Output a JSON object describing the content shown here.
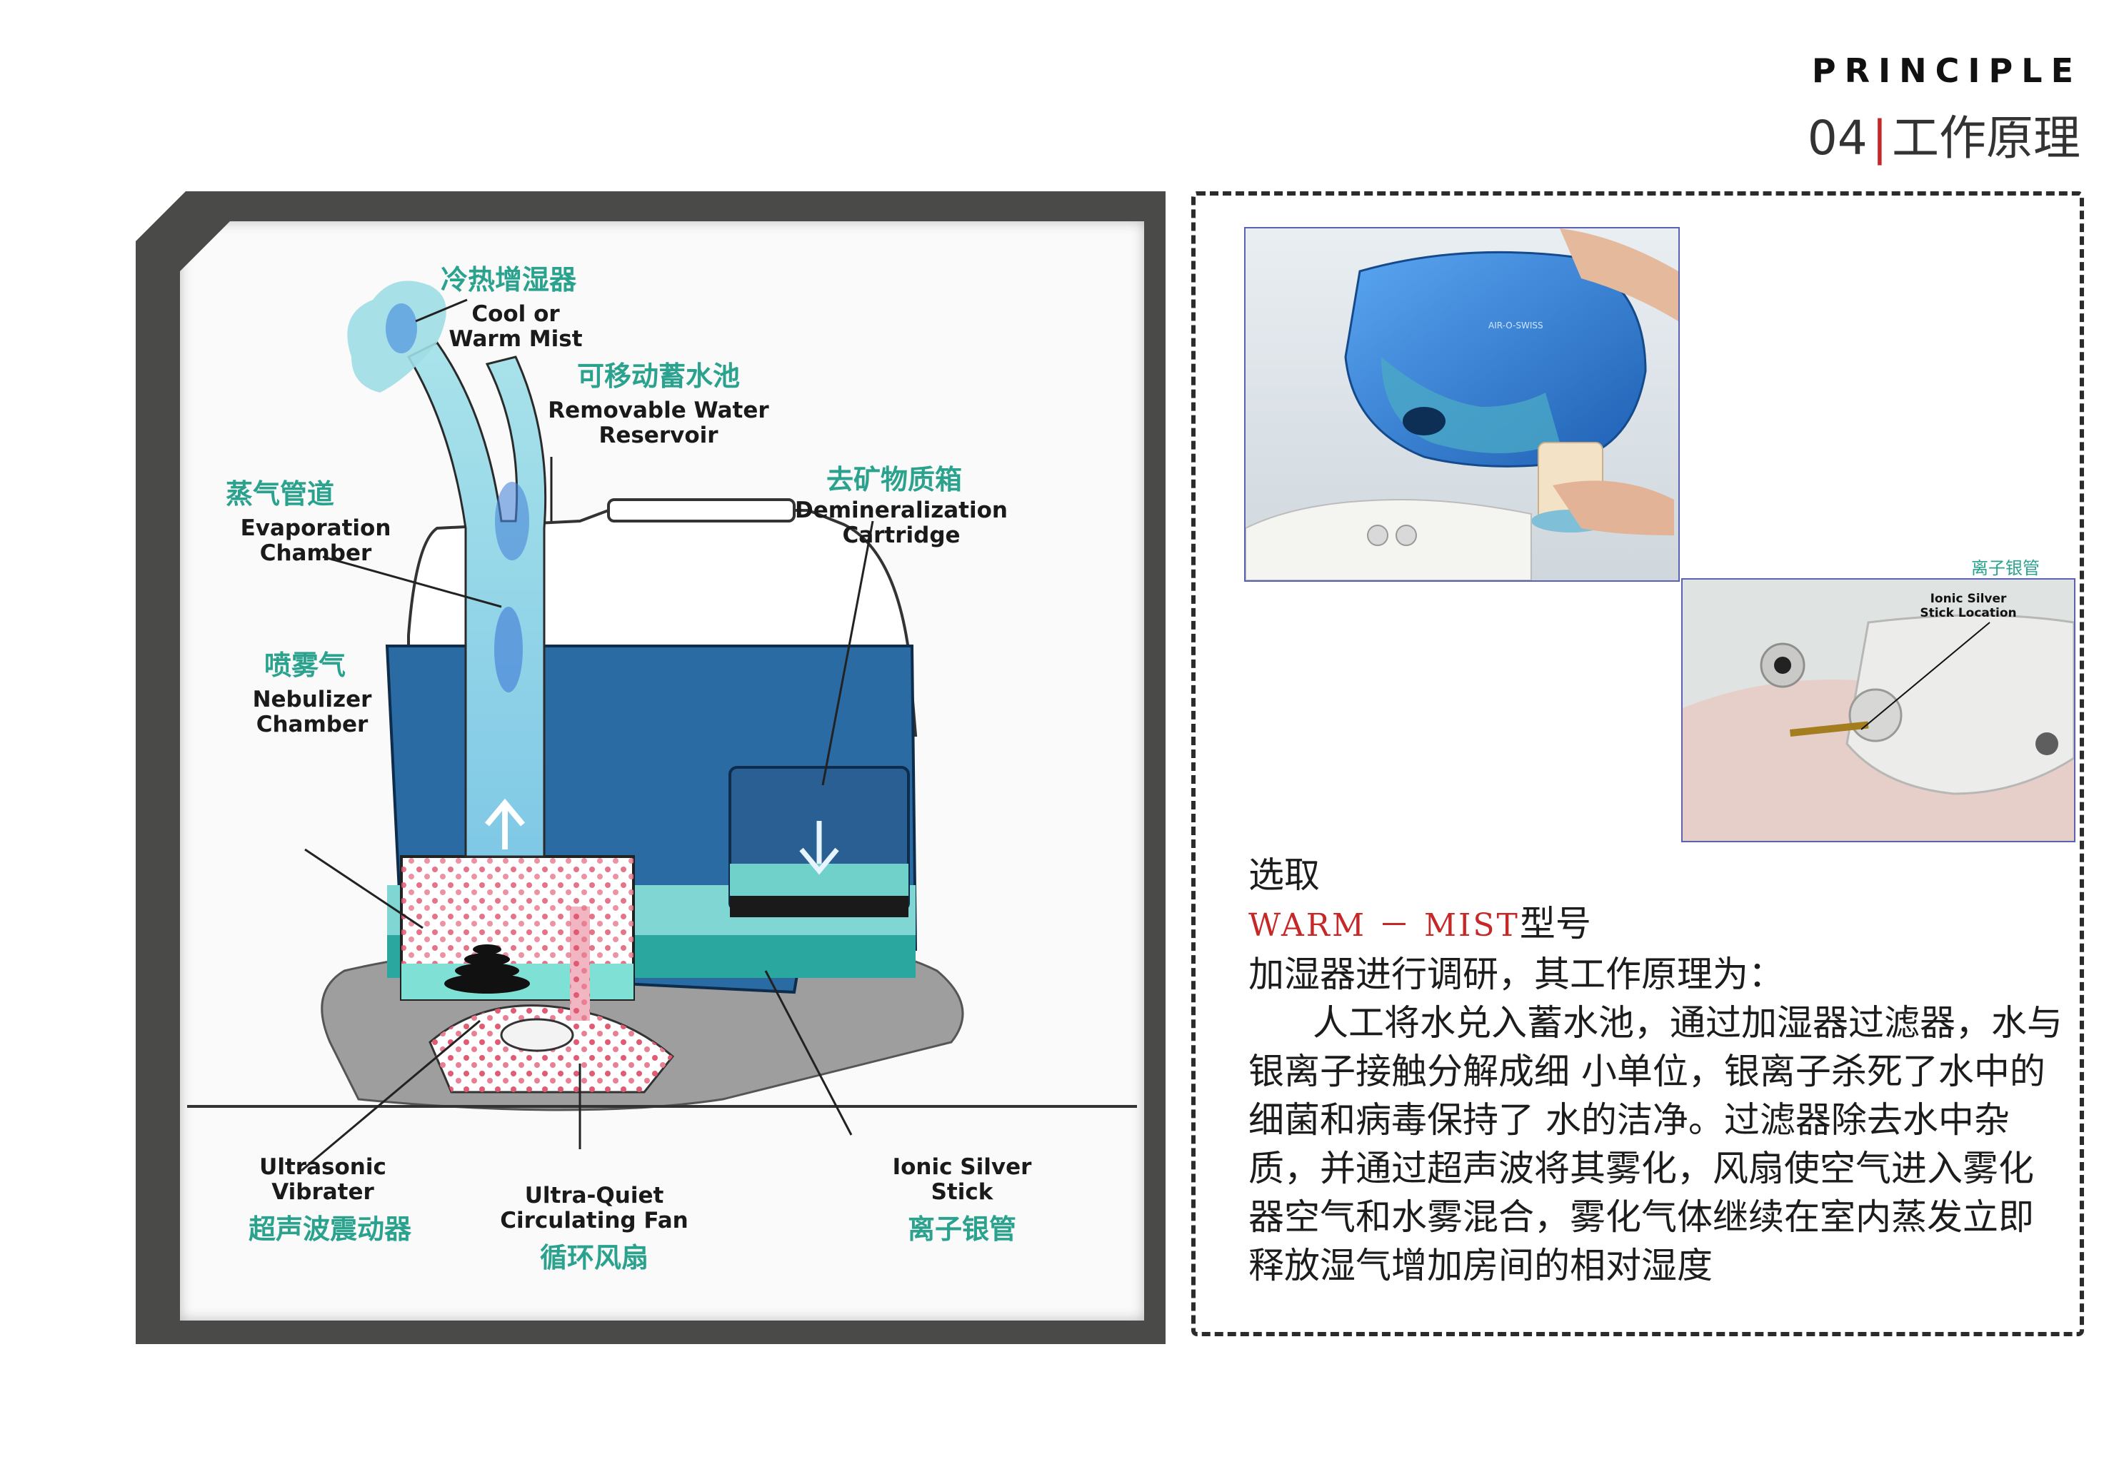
{
  "header": {
    "title_en": "PRINCIPLE",
    "section_number": "04",
    "title_cn": "工作原理"
  },
  "diagram": {
    "labels": {
      "mist_cn": "冷热增湿器",
      "mist_en_1": "Cool or",
      "mist_en_2": "Warm Mist",
      "reservoir_cn": "可移动蓄水池",
      "reservoir_en_1": "Removable Water",
      "reservoir_en_2": "Reservoir",
      "evap_cn": "蒸气管道",
      "evap_en_1": "Evaporation",
      "evap_en_2": "Chamber",
      "demin_cn": "去矿物质箱",
      "demin_en_1": "Demineralization",
      "demin_en_2": "Cartridge",
      "nebul_cn": "喷雾气",
      "nebul_en_1": "Nebulizer",
      "nebul_en_2": "Chamber",
      "ultra_en_1": "Ultrasonic",
      "ultra_en_2": "Vibrater",
      "ultra_cn": "超声波震动器",
      "fan_en_1": "Ultra-Quiet",
      "fan_en_2": "Circulating Fan",
      "fan_cn": "循环风扇",
      "ionic_en_1": "Ionic Silver",
      "ionic_en_2": "Stick",
      "ionic_cn": "离子银管"
    }
  },
  "photo1": {
    "brand_text": "AIR-O-SWISS"
  },
  "photo2": {
    "caption_cn": "离子银管",
    "label_line1": "Ionic Silver",
    "label_line2": "Stick Location"
  },
  "body_text": {
    "line1": "选取",
    "model_name": "WARM － MIST",
    "model_suffix": "型号",
    "line3": "加湿器进行调研，其工作原理为：",
    "paragraph": "人工将水兑入蓄水池，通过加湿器过滤器，水与银离子接触分解成细 小单位，银离子杀死了水中的细菌和病毒保持了 水的洁净。过滤器除去水中杂质，并通过超声波将其雾化，风扇使空气进入雾化器空气和水雾混合，雾化气体继续在室内蒸发立即释放湿气增加房间的相对湿度"
  }
}
